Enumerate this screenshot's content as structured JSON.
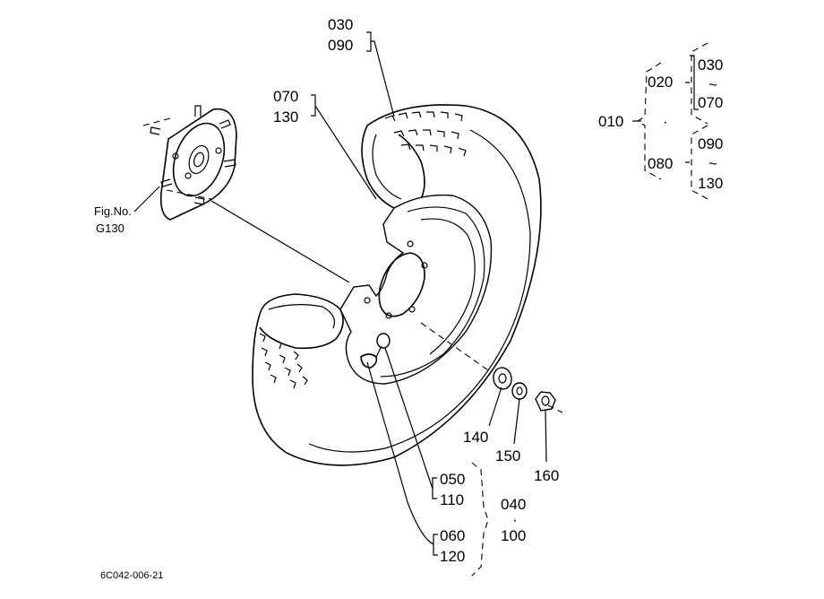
{
  "labels": {
    "p030_top": "030",
    "p090_top": "090",
    "p070": "070",
    "p130": "130",
    "fig_no": "Fig.No.",
    "fig_ref": "G130",
    "p010": "010",
    "p020": "020",
    "p030_r": "030",
    "tilde1": "~",
    "p070_r": "070",
    "dot_r": "·",
    "p080": "080",
    "p090_r": "090",
    "tilde2": "~",
    "p130_r": "130",
    "p140": "140",
    "p150": "150",
    "p160": "160",
    "p050": "050",
    "p110": "110",
    "p040": "040",
    "dot_b": "·",
    "p100": "100",
    "p060": "060",
    "p120": "120",
    "drawing_code": "6C042-006-21"
  }
}
